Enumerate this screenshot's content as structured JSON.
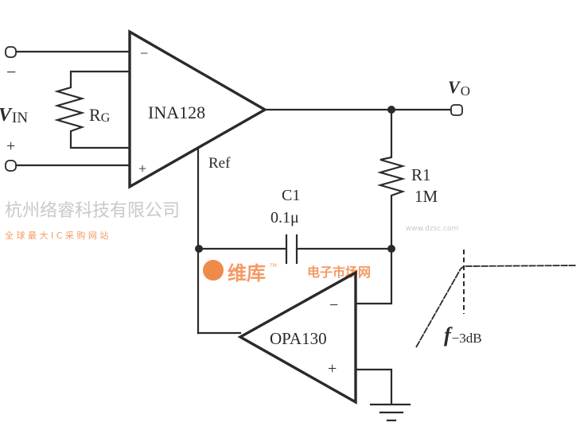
{
  "title": "INA128 with OPA130 DC-restoration (AC-coupled) circuit",
  "colors": {
    "ink": "#2a2a2a",
    "watermark_grey": "#c9c9c9",
    "watermark_orange": "#f39a63"
  },
  "inputs": {
    "minus_sign": "−",
    "plus_sign": "+",
    "vin_main": "V",
    "vin_sub": "IN"
  },
  "ina": {
    "name": "INA128",
    "inv_pin": "−",
    "noninv_pin": "+",
    "ref_label": "Ref"
  },
  "rg": {
    "main": "R",
    "sub": "G"
  },
  "output": {
    "main": "V",
    "sub": "O"
  },
  "r1": {
    "name": "R1",
    "value": "1M"
  },
  "c1": {
    "name": "C1",
    "value": "0.1μ"
  },
  "opa": {
    "name": "OPA130",
    "inv_pin": "−",
    "noninv_pin": "+"
  },
  "response": {
    "label_main": "f",
    "label_sub": "−3dB"
  },
  "watermark": {
    "company": "杭州络睿科技有限公司",
    "brand": "维库",
    "tm": "TM",
    "brand_tail": "电子市场网",
    "url": "www.dzsc.com",
    "slogan": "全 球 最 大 I C 采 购 网 站"
  }
}
